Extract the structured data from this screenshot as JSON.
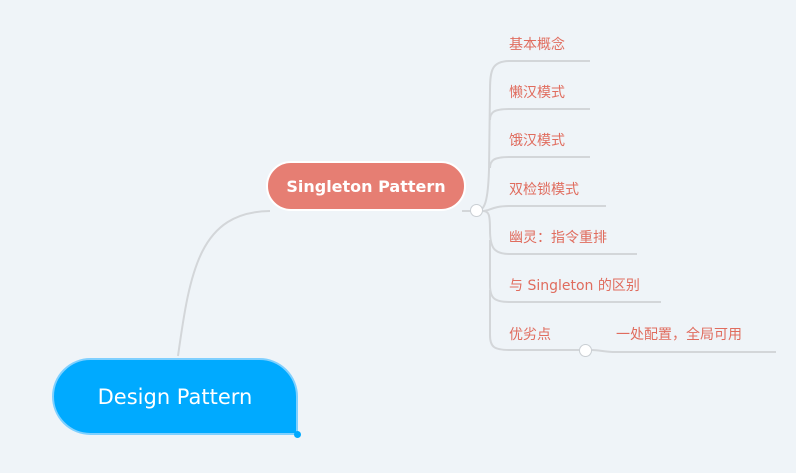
{
  "root": {
    "label": "Design Pattern"
  },
  "main_topic": {
    "label": "Singleton Pattern"
  },
  "subtopics": [
    {
      "label": "基本概念"
    },
    {
      "label": "懒汉模式"
    },
    {
      "label": "饿汉模式"
    },
    {
      "label": "双检锁模式"
    },
    {
      "label": "幽灵：指令重排"
    },
    {
      "label": "与 Singleton 的区别"
    },
    {
      "label": "优劣点"
    }
  ],
  "detail": {
    "label": "一处配置，全局可用"
  },
  "colors": {
    "background": "#eff4f8",
    "root_fill": "#00aaff",
    "main_fill": "#e67e73",
    "topic_text": "#e06c5e",
    "connector": "#d3d6d9"
  }
}
